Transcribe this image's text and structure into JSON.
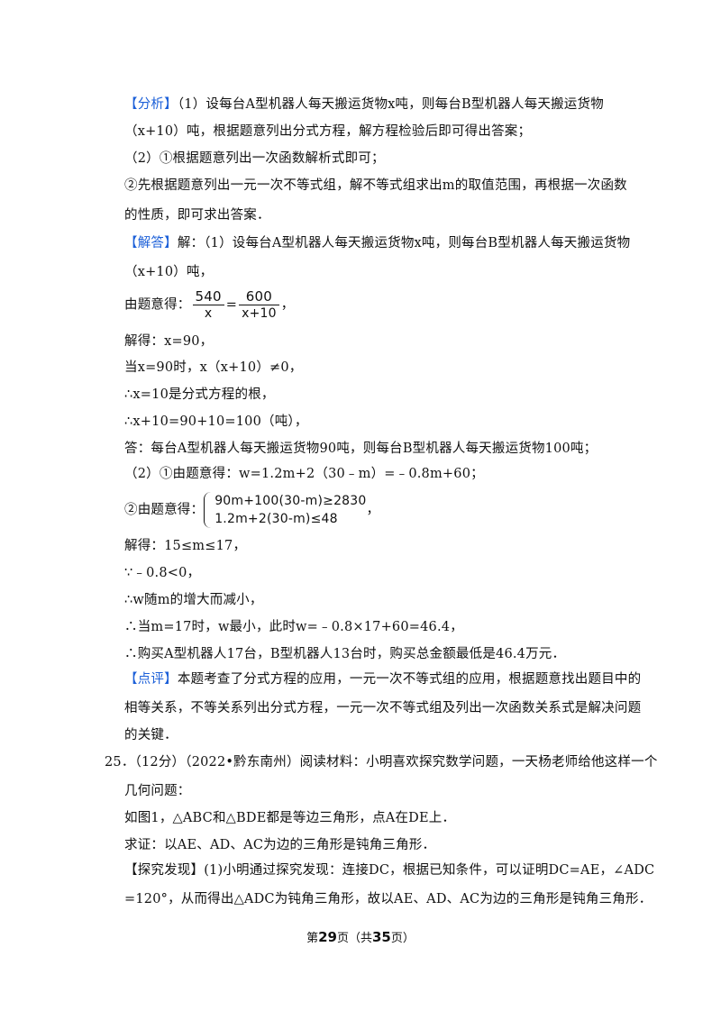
{
  "analysis": {
    "tag": "【分析】",
    "p1a": "（1）设每台A型机器人每天搬运货物x吨，则每台B型机器人每天搬运货物",
    "p1b": "（x+10）吨，根据题意列出分式方程，解方程检验后即可得出答案；",
    "p2": "（2）①根据题意列出一次函数解析式即可；",
    "p3a": "②先根据题意列出一元一次不等式组，解不等式组求出m的取值范围，再根据一次函数",
    "p3b": "的性质，即可求出答案．"
  },
  "solution": {
    "tag": "【解答】",
    "s1a": "解：（1）设每台A型机器人每天搬运货物x吨，则每台B型机器人每天搬运货物",
    "s1b": "（x+10）吨，",
    "eq_prefix": "由题意得：",
    "eq_left_num": "540",
    "eq_left_den": "x",
    "eq_sign": "=",
    "eq_right_num": "600",
    "eq_right_den": "x+10",
    "eq_suffix": "，",
    "s2": "解得：x=90，",
    "s3": "当x=90时，x（x+10）≠0，",
    "s4": "∴x=10是分式方程的根，",
    "s5": "∴x+10=90+10=100（吨），",
    "s6": "答：每台A型机器人每天搬运货物90吨，则每台B型机器人每天搬运货物100吨；",
    "s7": "（2）①由题意得：w=1.2m+2（30﹣m）=﹣0.8m+60；",
    "sys_prefix": "②由题意得：",
    "sys_row1": "90m+100(30-m)≥2830",
    "sys_row2": "1.2m+2(30-m)≤48",
    "sys_suffix": "，",
    "s8": "解得：15≤m≤17，",
    "s9": "∵﹣0.8<0，",
    "s10": "∴w随m的增大而减小，",
    "s11": "∴当m=17时，w最小，此时w=﹣0.8×17+60=46.4，",
    "s12": "∴购买A型机器人17台，B型机器人13台时，购买总金额最低是46.4万元．"
  },
  "comment": {
    "tag": "【点评】",
    "c1": "本题考查了分式方程的应用，一元一次不等式组的应用，根据题意找出题目中的",
    "c2": "相等关系，不等关系列出分式方程，一元一次不等式组及列出一次函数关系式是解决问题",
    "c3": "的关键．"
  },
  "q25": {
    "l1": "25．（12分）（2022•黔东南州）阅读材料：小明喜欢探究数学问题，一天杨老师给他这样一个",
    "l2": "几何问题：",
    "l3": "如图1，△ABC和△BDE都是等边三角形，点A在DE上．",
    "l4": "求证：以AE、AD、AC为边的三角形是钝角三角形．",
    "l5": "【探究发现】(1)小明通过探究发现：连接DC，根据已知条件，可以证明DC=AE，∠ADC",
    "l6": "=120°，从而得出△ADC为钝角三角形，故以AE、AD、AC为边的三角形是钝角三角形．"
  },
  "footer": {
    "pre": "第",
    "page": "29",
    "mid": "页（共",
    "total": "35",
    "post": "页）"
  },
  "colors": {
    "tag": "#1b5fd8",
    "text": "#111111"
  }
}
